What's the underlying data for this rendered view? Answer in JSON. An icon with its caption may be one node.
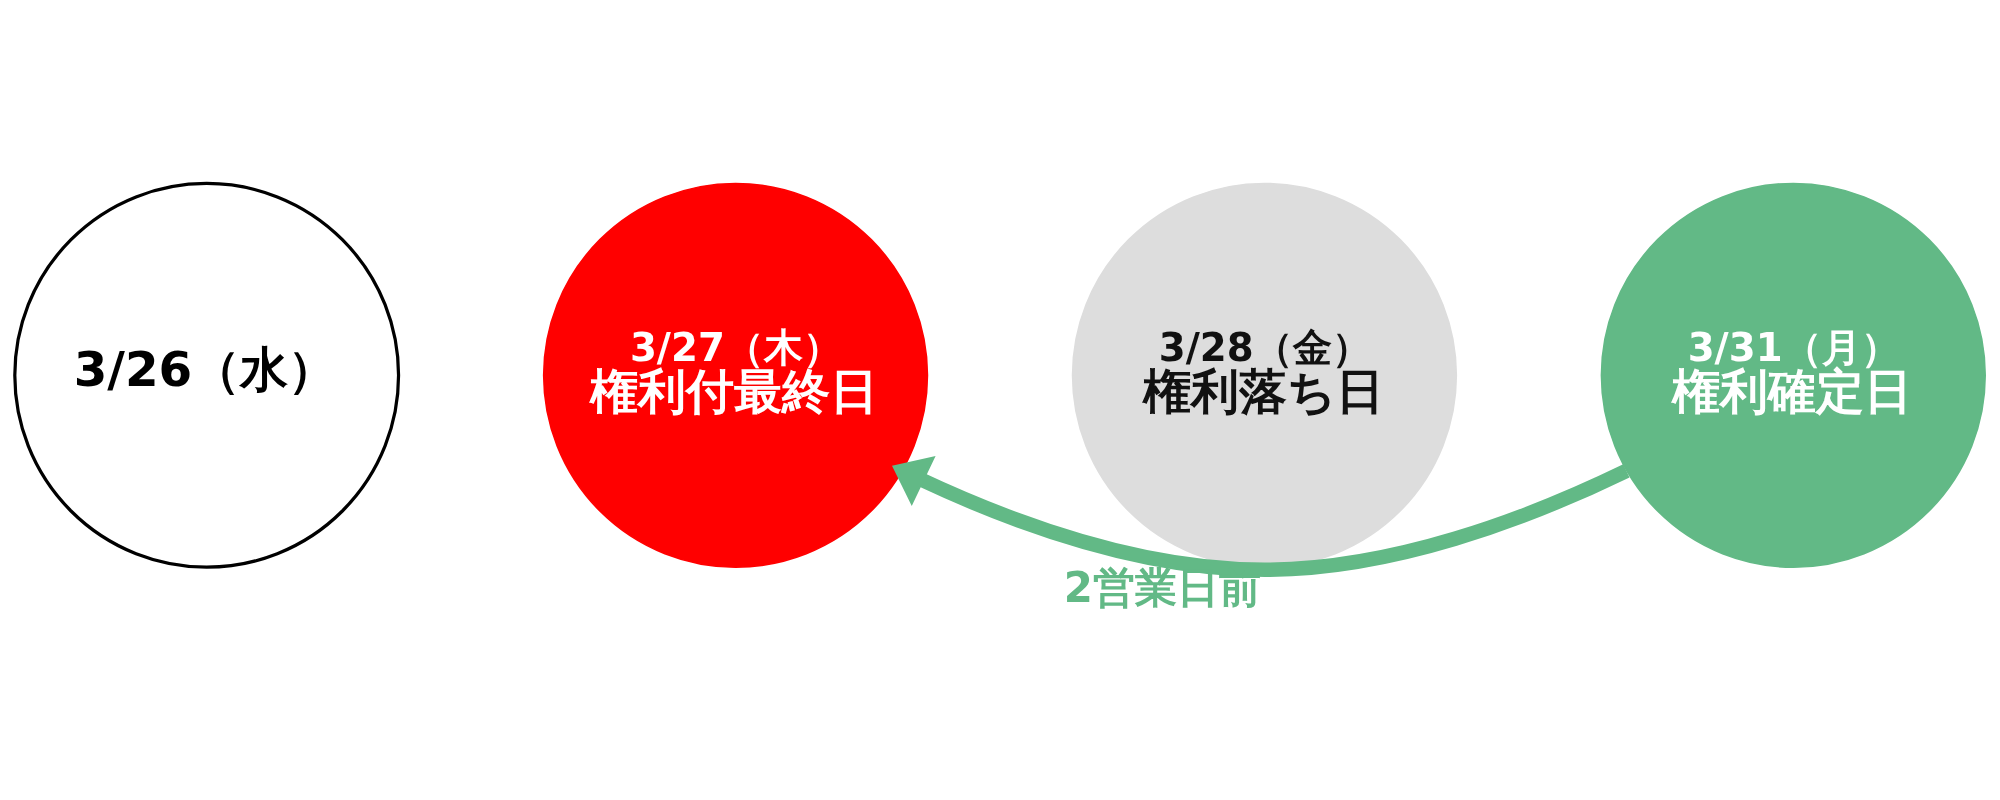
{
  "diagram": {
    "nodes": [
      {
        "text": [
          "3/26（水）"
        ]
      },
      {
        "text": [
          "3/27（木）",
          "権利付最終日"
        ]
      },
      {
        "text": [
          "3/28（金）",
          "権利落ち日"
        ]
      },
      {
        "text": [
          "3/31（月）",
          "権利確定日"
        ]
      }
    ],
    "edges": [
      {
        "from": 3,
        "to": 1,
        "arrow": "to",
        "label": "2営業日前",
        "color": "#62b986"
      }
    ]
  }
}
